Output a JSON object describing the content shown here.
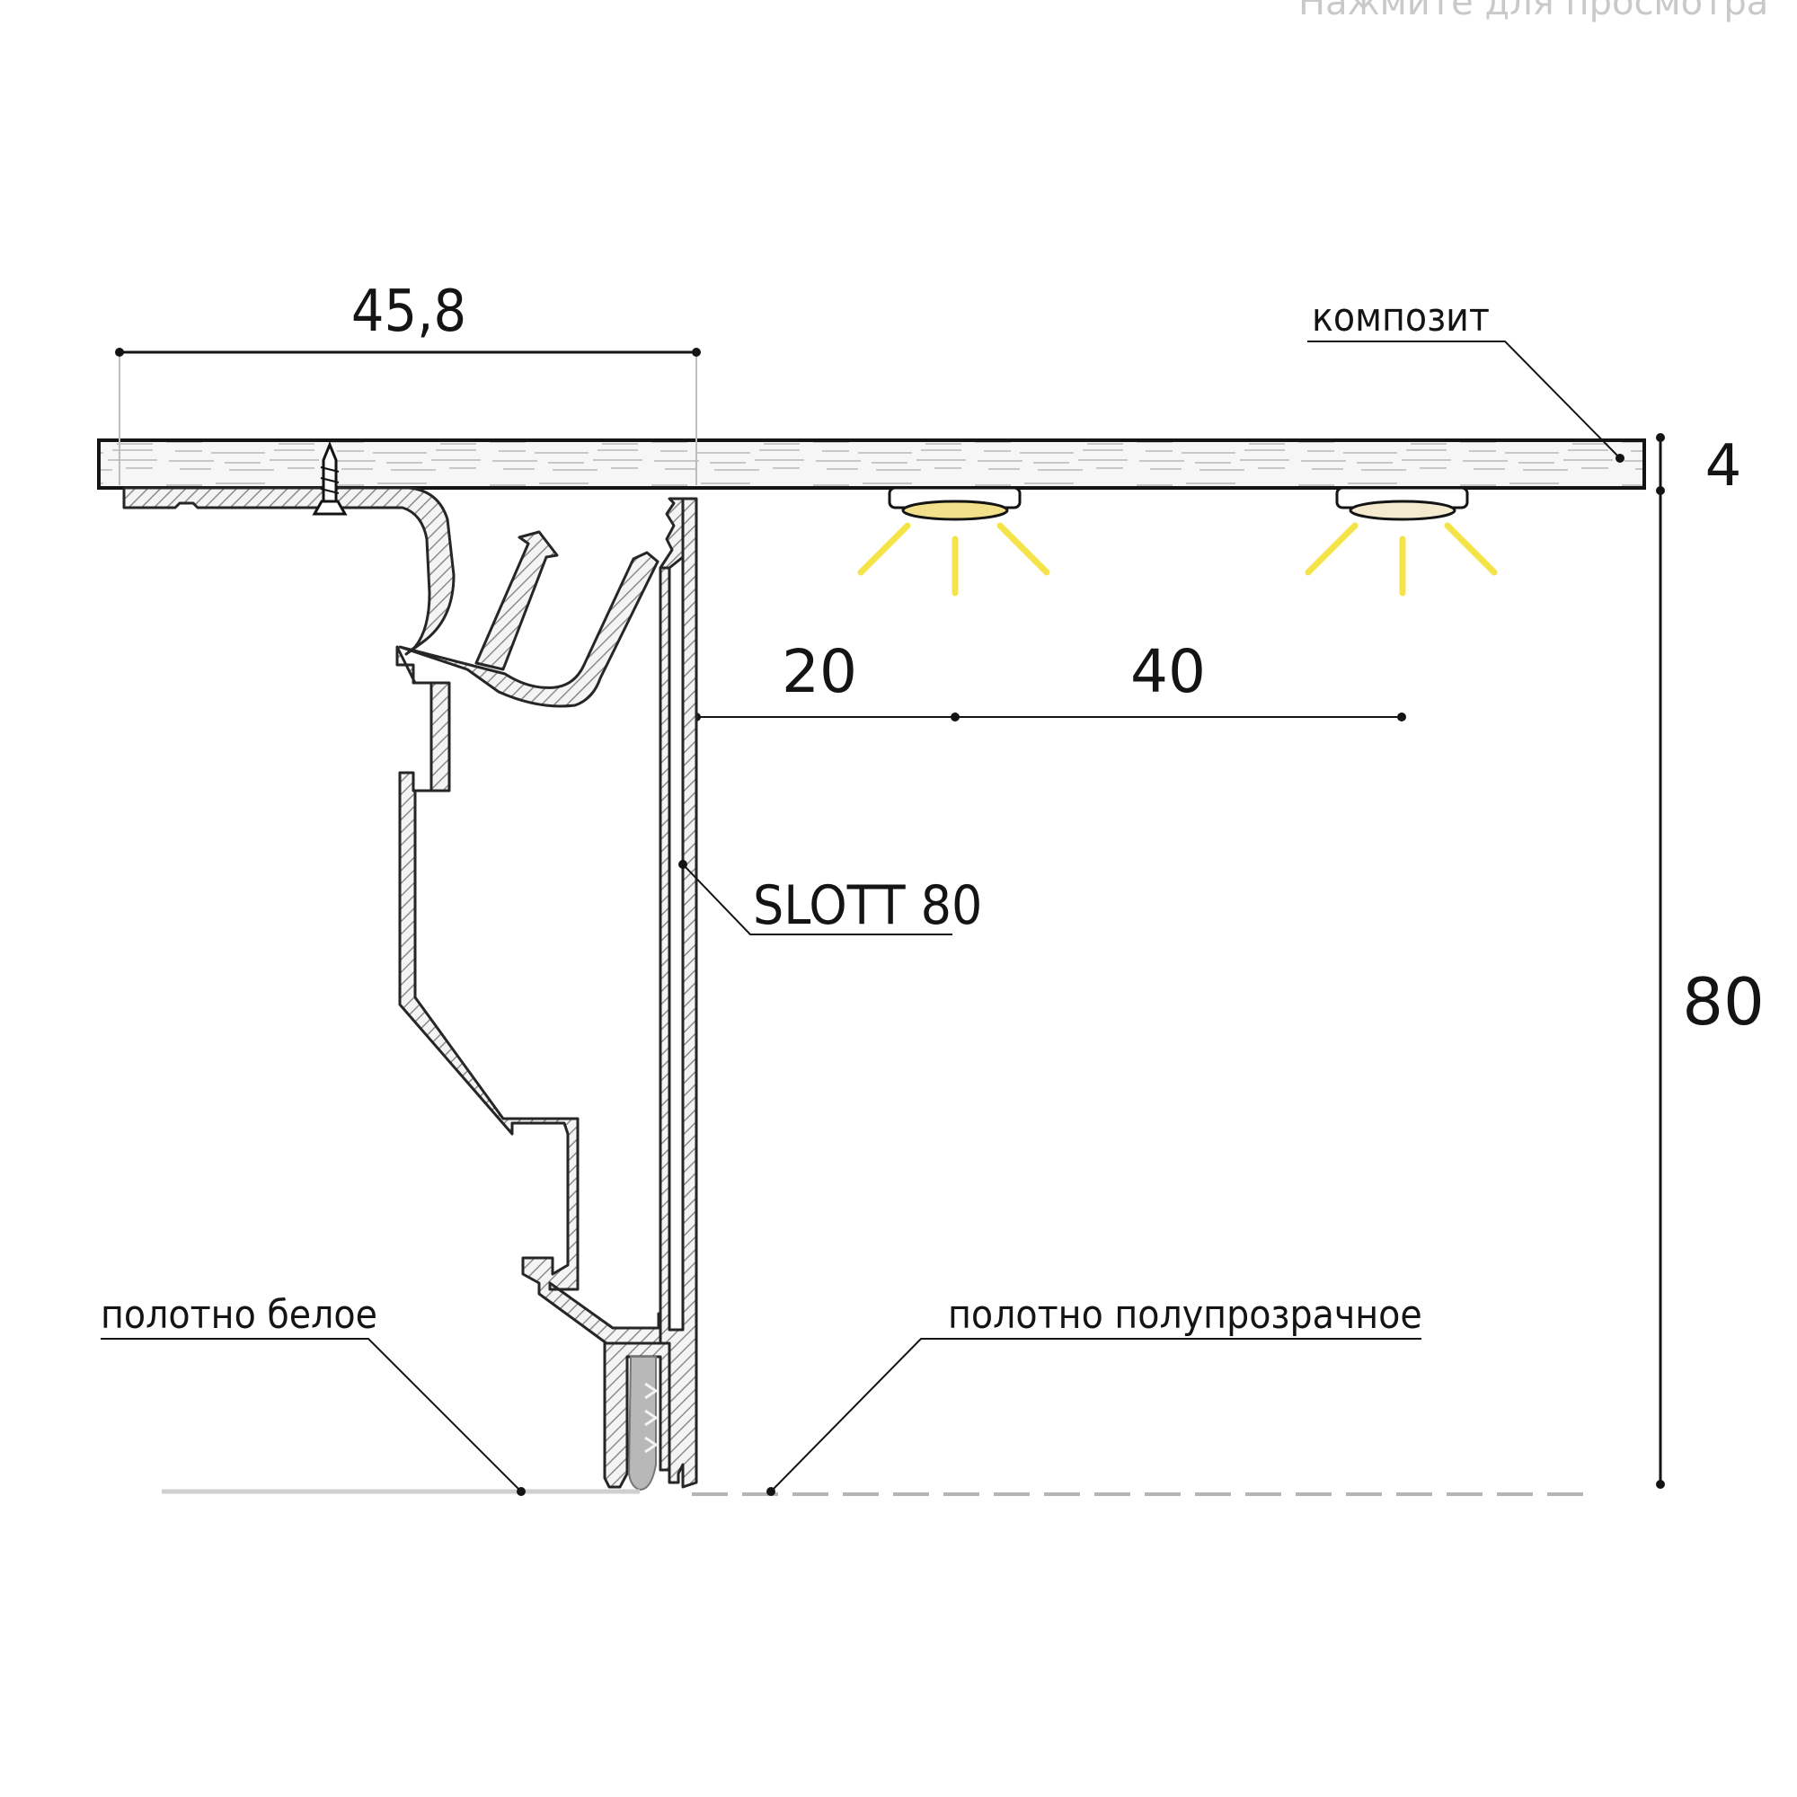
{
  "hint_text": "Нажмите для просмотра",
  "labels": {
    "composite": "композит",
    "profile": "SLOTT 80",
    "white_canvas": "полотно белое",
    "translucent_canvas": "полотно полупрозрачное"
  },
  "dimensions": {
    "width_top": "45,8",
    "panel_thickness": "4",
    "height": "80",
    "offset_first": "20",
    "offset_second": "40"
  },
  "colors": {
    "light_rays": "#f4e44a",
    "led_glow_1": "#f2e08a",
    "led_glow_2": "#f4ead0",
    "profile_hatch": "#8c8c8c",
    "translucent_line": "#b5b5b5",
    "white_line": "#cfcfcf"
  },
  "icons": [
    "screw-icon",
    "led-lamp-icon",
    "light-rays-icon"
  ]
}
